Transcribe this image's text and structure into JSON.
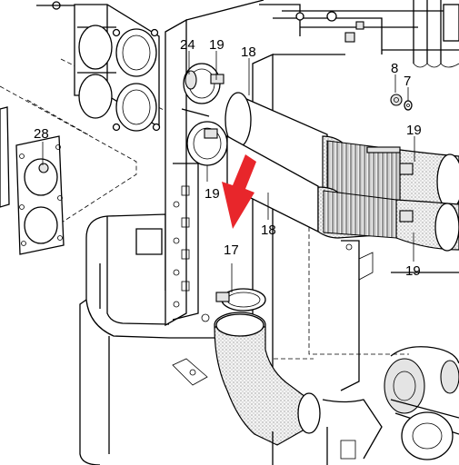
{
  "diagram": {
    "accent_color": "#e8262b",
    "callouts": [
      {
        "id": "c24",
        "text": "24"
      },
      {
        "id": "c19a",
        "text": "19"
      },
      {
        "id": "c18a",
        "text": "18"
      },
      {
        "id": "c8",
        "text": "8"
      },
      {
        "id": "c7",
        "text": "7"
      },
      {
        "id": "c28",
        "text": "28"
      },
      {
        "id": "c19b",
        "text": "19"
      },
      {
        "id": "c19c",
        "text": "19"
      },
      {
        "id": "c18b",
        "text": "18"
      },
      {
        "id": "c17",
        "text": "17"
      },
      {
        "id": "c19d",
        "text": "19"
      }
    ]
  }
}
